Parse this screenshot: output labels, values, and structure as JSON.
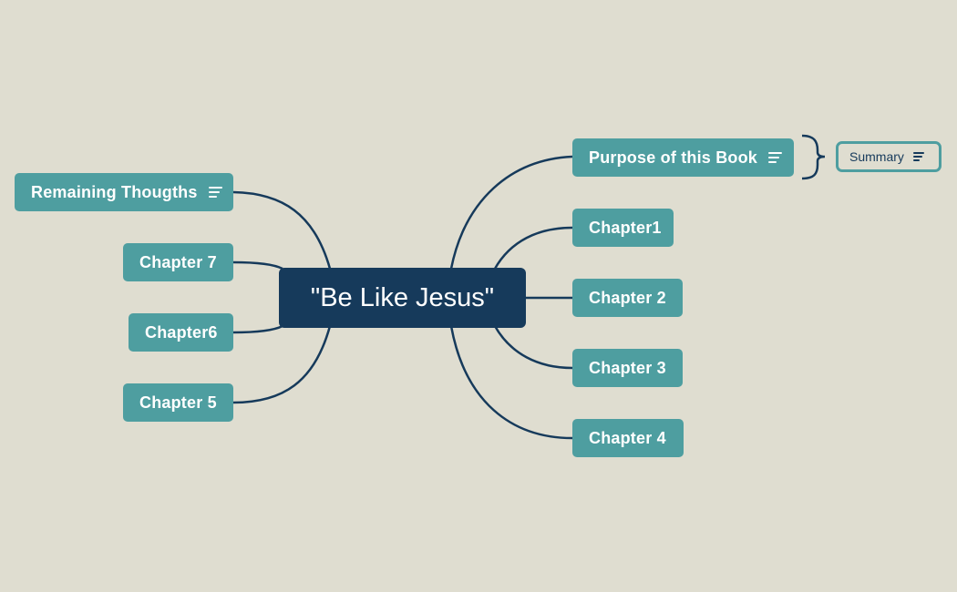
{
  "mindmap": {
    "central": {
      "label": "\"Be Like Jesus\""
    },
    "right": [
      {
        "label": "Purpose of this Book",
        "has_note": true
      },
      {
        "label": "Chapter1",
        "has_note": false
      },
      {
        "label": "Chapter 2",
        "has_note": false
      },
      {
        "label": "Chapter 3",
        "has_note": false
      },
      {
        "label": "Chapter 4",
        "has_note": false
      }
    ],
    "left": [
      {
        "label": "Remaining Thougths",
        "has_note": true
      },
      {
        "label": "Chapter 7",
        "has_note": false
      },
      {
        "label": "Chapter6",
        "has_note": false
      },
      {
        "label": "Chapter 5",
        "has_note": false
      }
    ],
    "summary": {
      "label": "Summary",
      "has_note": true
    }
  },
  "colors": {
    "background": "#dfddd0",
    "central_fill": "#163a5b",
    "topic_fill": "#4e9ea0",
    "connector": "#163a5b",
    "summary_border": "#4e9ea0"
  },
  "icons": {
    "note": "note-lines-icon"
  }
}
